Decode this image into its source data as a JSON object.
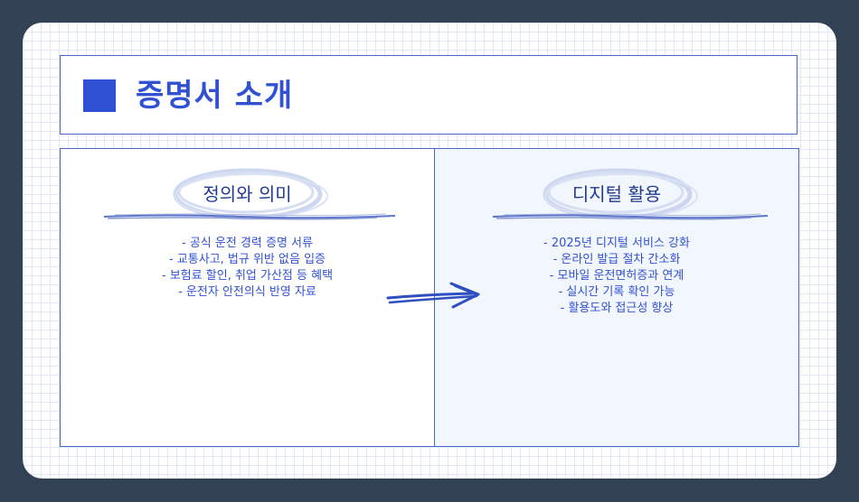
{
  "title": "증명서 소개",
  "left_panel": {
    "heading": "정의와 의미",
    "items": [
      "- 공식 운전 경력 증명 서류",
      "- 교통사고, 법규 위반 없음 입증",
      "- 보험료 할인, 취업 가산점 등 혜택",
      "- 운전자 안전의식 반영 자료"
    ]
  },
  "right_panel": {
    "heading": "디지털 활용",
    "items": [
      "- 2025년 디지털 서비스 강화",
      "- 온라인 발급 절차 간소화",
      "- 모바일 운전면허증과 연계",
      "- 실시간 기록 확인 가능",
      "- 활용도와 접근성 향상"
    ]
  },
  "colors": {
    "accent": "#3151d3",
    "border": "#4a66c9",
    "background": "#334155",
    "right_panel_fill": "#f2f6fd"
  }
}
